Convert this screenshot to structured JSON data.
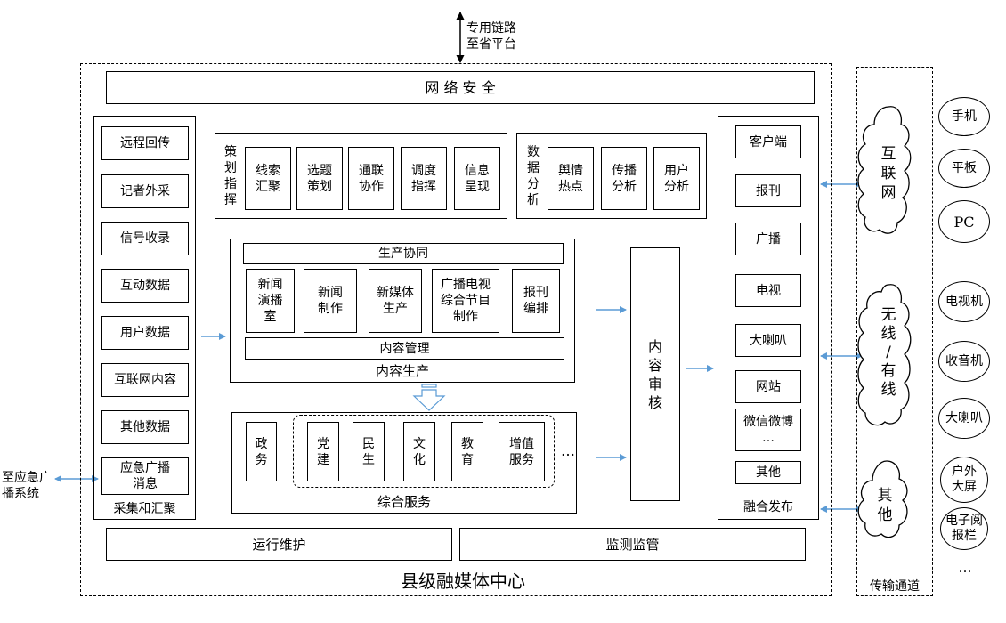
{
  "top_link": "专用链路\n至省平台",
  "center_title": "县级融媒体中心",
  "network_security": "网 络 安 全",
  "collect": {
    "title": "采集和汇聚",
    "items": [
      "远程回传",
      "记者外采",
      "信号收录",
      "互动数据",
      "用户数据",
      "互联网内容",
      "其他数据",
      "应急广播\n消息"
    ]
  },
  "left_external": "至应急广\n播系统",
  "plan": {
    "label": "策\n划\n指\n挥",
    "items": [
      "线索\n汇聚",
      "选题\n策划",
      "通联\n协作",
      "调度\n指挥",
      "信息\n呈现"
    ]
  },
  "data_analysis": {
    "label": "数\n据\n分\n析",
    "items": [
      "舆情\n热点",
      "传播\n分析",
      "用户\n分析"
    ]
  },
  "content_production": {
    "title": "内容生产",
    "collab": "生产协同",
    "items": [
      "新闻\n演播\n室",
      "新闻\n制作",
      "新媒体\n生产",
      "广播电视\n综合节目\n制作",
      "报刊\n编排"
    ],
    "management": "内容管理"
  },
  "services": {
    "title": "综合服务",
    "gov": "政\n务",
    "items": [
      "党\n建",
      "民\n生",
      "文\n化",
      "教\n育",
      "增值\n服务"
    ],
    "ellipsis": "…"
  },
  "review": "内\n容\n审\n核",
  "publish": {
    "title": "融合发布",
    "items": [
      "客户端",
      "报刊",
      "广播",
      "电视",
      "大喇叭",
      "网站",
      "微信微博\n…",
      "其他"
    ]
  },
  "ops": "运行维护",
  "monitor": "监测监管",
  "channels": {
    "title": "传输通道",
    "clouds": [
      "互\n联\n网",
      "无\n线\n/\n有\n线",
      "其\n他"
    ]
  },
  "devices": [
    "手机",
    "平板",
    "PC",
    "电视机",
    "收音机",
    "大喇叭",
    "户外\n大屏",
    "电子阅\n报栏",
    "…"
  ],
  "colors": {
    "arrow": "#5b9bd5",
    "line": "#000000"
  }
}
